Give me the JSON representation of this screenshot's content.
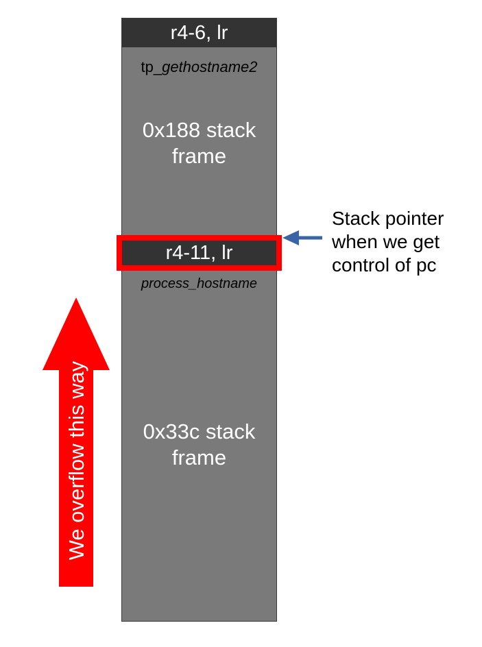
{
  "stack": {
    "top_frame": {
      "saved_regs": "r4-6, lr",
      "function_prefix": "tp_",
      "function_name": "gethostname2",
      "frame_size": "0x188 stack\nframe"
    },
    "bottom_frame": {
      "saved_regs": "r4-11, lr",
      "function_name": "process_hostname",
      "frame_size": "0x33c stack\nframe"
    }
  },
  "annotation": {
    "pointer_note": "Stack pointer\nwhen we get\ncontrol of pc",
    "overflow_direction": "We overflow this way"
  },
  "colors": {
    "stack_fill": "#7a7a7a",
    "saved_regs_fill": "#333333",
    "highlight": "#ff0000",
    "pointer_arrow": "#3b64a6",
    "overflow_arrow": "#ff0000"
  }
}
